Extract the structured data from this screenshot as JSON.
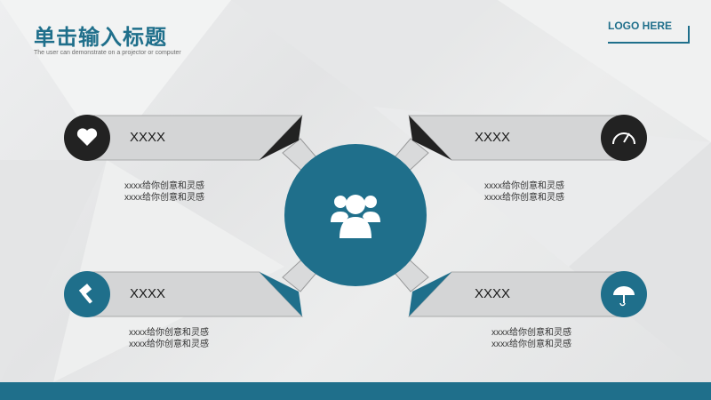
{
  "header": {
    "title": "单击输入标题",
    "subtitle": "The user can demonstrate on a projector or computer",
    "logo": "LOGO HERE"
  },
  "items": [
    {
      "label": "XXXX",
      "desc_line1": "xxxx给你创意和灵感",
      "desc_line2": "xxxx给你创意和灵感",
      "icon": "heart-icon"
    },
    {
      "label": "XXXX",
      "desc_line1": "xxxx给你创意和灵感",
      "desc_line2": "xxxx给你创意和灵感",
      "icon": "speedometer-icon"
    },
    {
      "label": "XXXX",
      "desc_line1": "xxxx给你创意和灵感",
      "desc_line2": "xxxx给你创意和灵感",
      "icon": "gavel-icon"
    },
    {
      "label": "XXXX",
      "desc_line1": "xxxx给你创意和灵感",
      "desc_line2": "xxxx给你创意和灵感",
      "icon": "umbrella-icon"
    }
  ],
  "center": {
    "icon": "team-icon"
  },
  "colors": {
    "accent": "#1f6f8b",
    "dark": "#222222",
    "bar": "#d4d5d6"
  }
}
